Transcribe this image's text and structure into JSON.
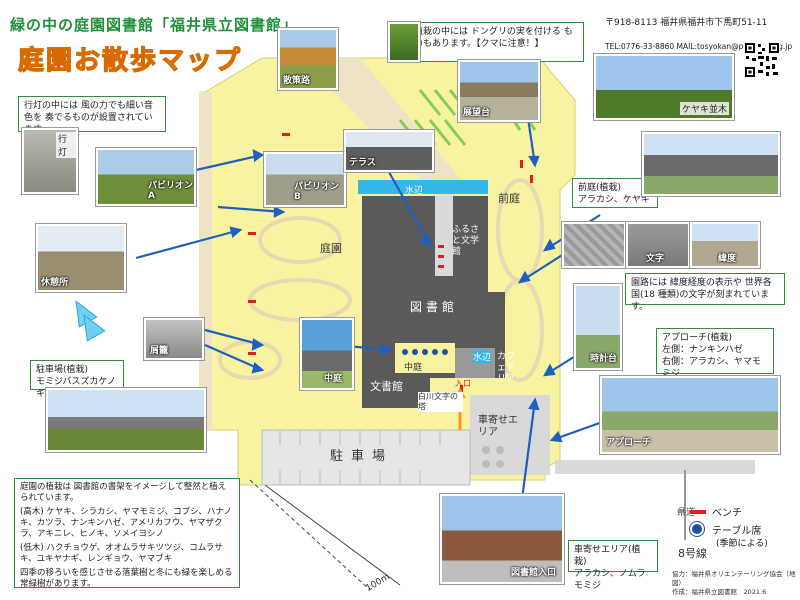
{
  "header": {
    "subtitle": "緑の中の庭園図書館「福井県立図書館」",
    "title": "庭園お散歩マップ"
  },
  "contact": {
    "postal": "〒918-8113 福井県福井市下馬町51-11",
    "tel_mail": "TEL:0776-33-8860 MAIL:tosyokan@pref.fukui.lg.jp"
  },
  "notes": {
    "acorn": "植栽の中には ドングリの実を付ける ものもあります。【クマに注意！】",
    "lantern": "行灯の中には 風の力でも細い音色を 奏でるものが設置されています。",
    "front_garden_title": "前庭(植栽)",
    "front_garden_body": "アラカシ、ケヤキ",
    "characters": "園路には 緯度経度の表示や 世界各国(18 種類)の文字が刻まれています。",
    "approach_title": "アプローチ(植栽)",
    "approach_left": "左側：ナンキンハゼ",
    "approach_right": "右側：アラカシ、ヤマモミジ",
    "parking_title": "駐車場(植栽)",
    "parking_body": "モミジバスズカケノキ",
    "turnaround_title": "車寄せエリア(植栽)",
    "turnaround_body": "アラカシ、ノムラモミジ",
    "planting_intro": "庭園の植栽は 図書館の書架をイメージして整然と植えられています。",
    "tall_trees": "(高木) ケヤキ、シラカシ、ヤマモミジ、コブシ、ハナノキ、カツラ、ナンキンハゼ、アメリカフウ、ヤマザクラ、アキニレ、ヒノキ、ソメイヨシノ",
    "low_trees": "(低木) ハクチョウゲ、オオムラサキツツジ、コムラサキ、ユキヤナギ、レンギョウ、ヤマブキ",
    "seasons": "四季の移ろいを感じさせる落葉樹と冬にも緑を楽しめる常緑樹があります。"
  },
  "photo_labels": {
    "path": "散策路",
    "lantern": "行灯",
    "pavilion_a": "パビリオンA",
    "pavilion_b": "パビリオンB",
    "terrace": "テラス",
    "observatory": "展望台",
    "zelkova": "ケヤキ並木",
    "rest": "休憩所",
    "moji": "文字",
    "latlon": "緯度",
    "trash": "屑籠",
    "clock": "時計台",
    "courtyard": "中庭",
    "approach": "アプローチ",
    "entrance": "図書館入口"
  },
  "map_labels": {
    "water1": "水辺",
    "water2": "水辺",
    "garden": "庭園",
    "front": "前庭",
    "furusato": "ふるさと文学館",
    "library": "図書館",
    "archives": "文書館",
    "courtyard": "中庭",
    "cafe": "カフェテリア",
    "shirakawa": "白川文字の塔",
    "entrance": "入口",
    "dropoff": "車寄せエリア",
    "parking": "駐車場",
    "bus": "8号線",
    "scale": "100m",
    "road": "県道"
  },
  "legend": {
    "bench": "ベンチ",
    "table": "テーブル席",
    "table_note": "(季節による)"
  },
  "footer": {
    "credit1": "協力：福井県オリエンテーリング協会（地図）",
    "credit2": "作成：福井県立図書館　2021.6"
  },
  "colors": {
    "grass": "#f7f3a0",
    "building": "#5a5a5a",
    "water": "#33b9e8",
    "path": "#efe3c6",
    "accent_red": "#e02020",
    "arrow_blue": "#1f5fbf",
    "frame_green": "#2f8f3f"
  }
}
